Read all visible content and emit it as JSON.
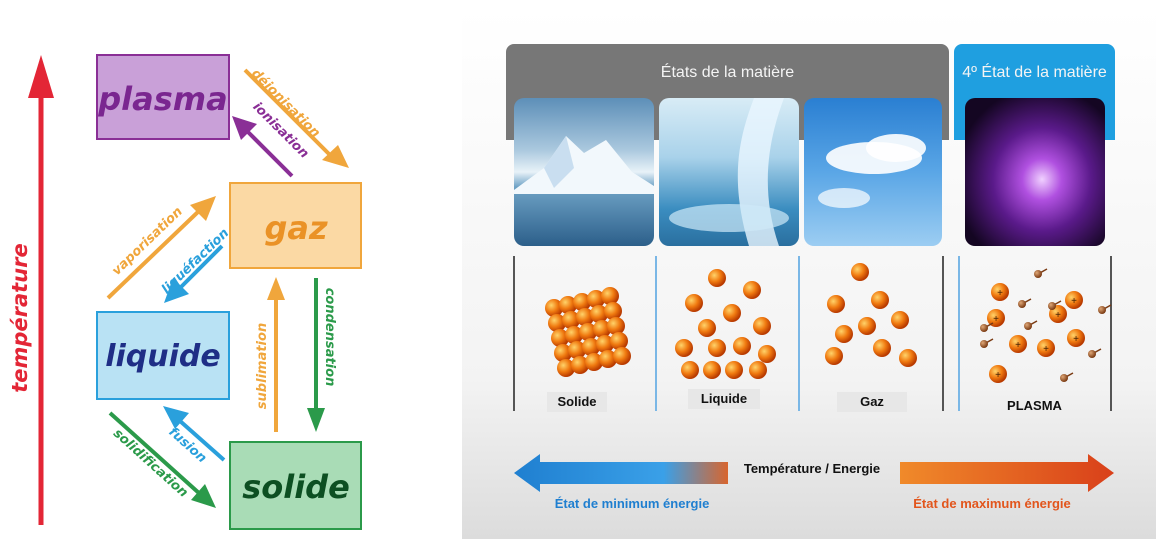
{
  "left_diagram": {
    "axis_label": "température",
    "states": {
      "plasma": "plasma",
      "gaz": "gaz",
      "liquide": "liquide",
      "solide": "solide"
    },
    "transitions": {
      "deionisation": "déionisation",
      "ionisation": "ionisation",
      "vaporisation": "vaporisation",
      "liquefaction": "liquéfaction",
      "sublimation": "sublimation",
      "condensation": "condensation",
      "solidification": "solidification",
      "fusion": "fusion"
    },
    "colors": {
      "plasma": "#8a2f96",
      "gaz": "#f0a63c",
      "liquide": "#2aa0dc",
      "solide": "#2b9a4a",
      "axis": "#e32636"
    }
  },
  "right_diagram": {
    "header_states": "États de la matière",
    "header_plasma": "4º État de la matière",
    "labels": {
      "solide": "Solide",
      "liquide": "Liquide",
      "gaz": "Gaz",
      "plasma": "PLASMA"
    },
    "scale_title": "Température / Energie",
    "min_energy": "État de minimum énergie",
    "max_energy": "État de maximum énergie",
    "colors": {
      "header_gray": "#777777",
      "header_blue": "#1f9fe0",
      "min_blue": "#1f7fd0",
      "max_orange": "#e2551c"
    }
  }
}
